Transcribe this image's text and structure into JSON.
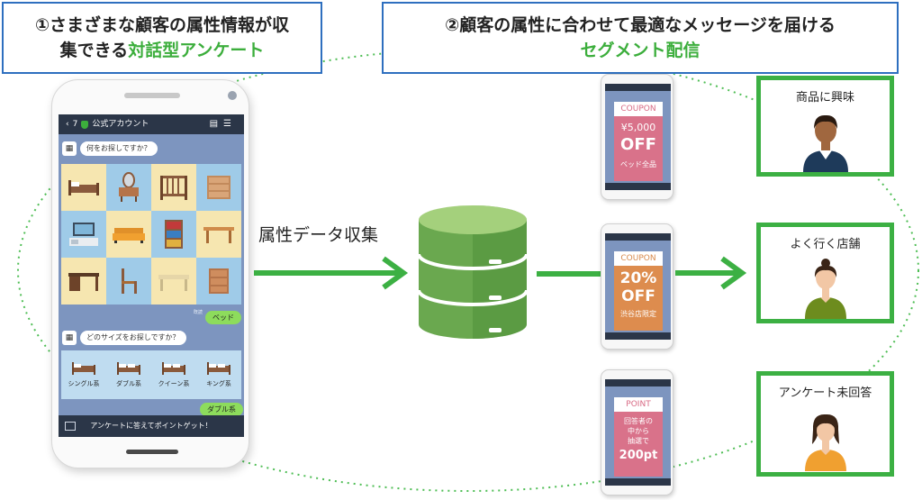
{
  "header_left": {
    "line1": "①さまざまな顧客の属性情報が収",
    "line2_prefix": "集できる",
    "line2_accent": "対話型アンケート"
  },
  "header_right": {
    "line1": "②顧客の属性に合わせて最適なメッセージを届ける",
    "line2_accent": "セグメント配信"
  },
  "chat": {
    "title": "公式アカウント",
    "back_label": "7",
    "q1": "何をお探しですか？",
    "reply1": "ベッド",
    "q2": "どのサイズをお探しですか？",
    "reply2": "ダブル系",
    "sizes": [
      "シングル系",
      "ダブル系",
      "クイーン系",
      "キング系"
    ],
    "footer": "アンケートに答えてポイントゲット！"
  },
  "flow_label": "属性データ収集",
  "coupons": [
    {
      "tag": "COUPON",
      "amount": "¥5,000",
      "unit": "OFF",
      "note": "ベッド全品"
    },
    {
      "tag": "COUPON",
      "amount": "20%",
      "unit": "OFF",
      "note": "渋谷店限定"
    },
    {
      "tag": "POINT",
      "line1": "回答者の",
      "line2": "中から",
      "line3": "抽選で",
      "amount": "200pt"
    }
  ],
  "customers": [
    {
      "label": "商品に興味"
    },
    {
      "label": "よく行く店舗"
    },
    {
      "label": "アンケート未回答"
    }
  ],
  "colors": {
    "accent_green": "#3cae3c",
    "header_border": "#2e6fbf",
    "coupon_pink": "#d9728a",
    "coupon_orange": "#dd8c4e",
    "chat_bg": "#7d95bf"
  }
}
